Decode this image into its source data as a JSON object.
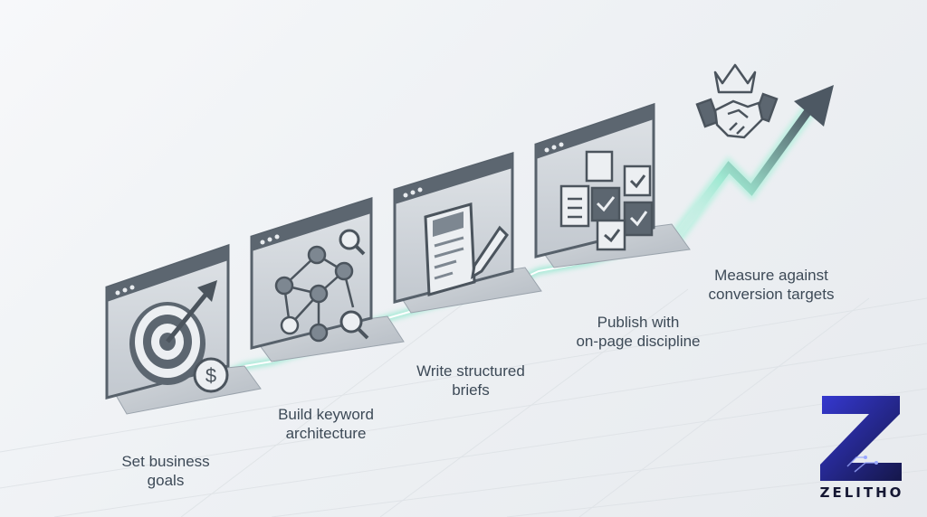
{
  "steps": [
    {
      "line1": "Set business",
      "line2": "goals",
      "icon": "target-dollar-icon"
    },
    {
      "line1": "Build keyword",
      "line2": "architecture",
      "icon": "keyword-network-icon"
    },
    {
      "line1": "Write structured",
      "line2": "briefs",
      "icon": "document-pen-icon"
    },
    {
      "line1": "Publish with",
      "line2": "on-page discipline",
      "icon": "checklist-stack-icon"
    },
    {
      "line1": "Measure against",
      "line2": "conversion targets",
      "icon": "handshake-crown-icon"
    }
  ],
  "brand": {
    "name": "ZELITHO"
  },
  "colors": {
    "panel": "#c6ccd3",
    "panel_dark": "#5c6670",
    "glow": "#7ee3c6",
    "brand_blue": "#2d2fb8",
    "text": "#3d4a57"
  }
}
